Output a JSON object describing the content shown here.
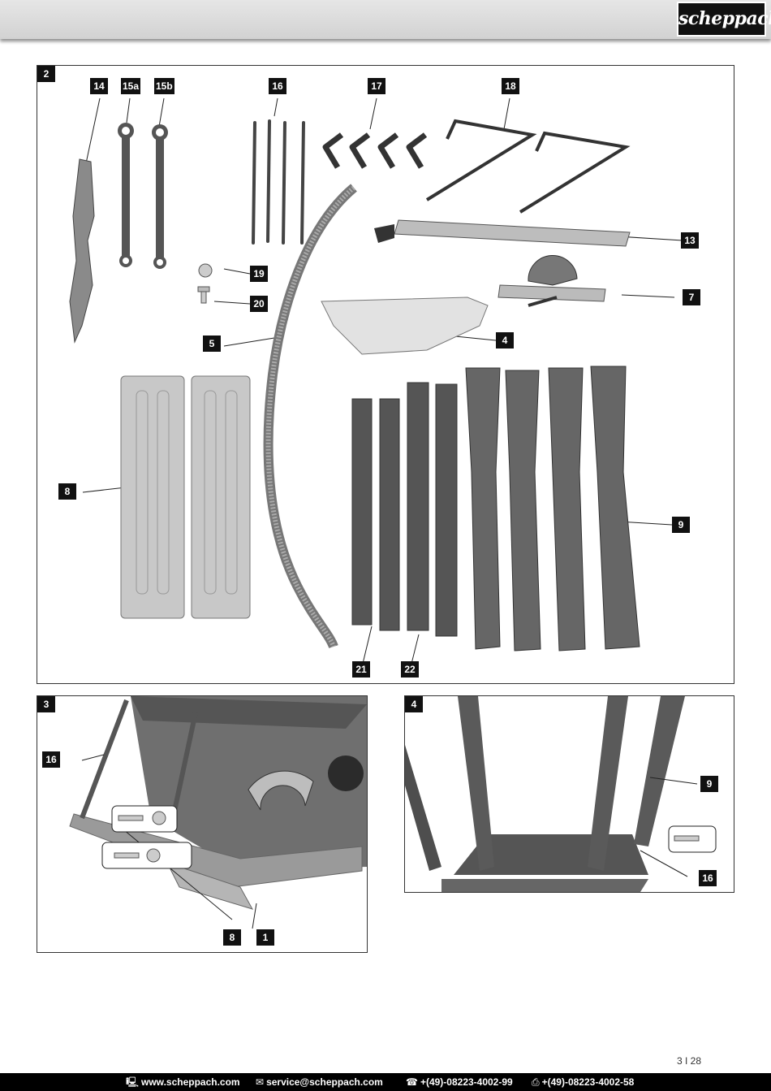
{
  "brand": "scheppach",
  "figures": {
    "fig2": {
      "number": "2",
      "labels": {
        "l14": "14",
        "l15a": "15a",
        "l15b": "15b",
        "l16": "16",
        "l17": "17",
        "l18": "18",
        "l13": "13",
        "l7": "7",
        "l19": "19",
        "l20": "20",
        "l5": "5",
        "l4": "4",
        "l8": "8",
        "l9": "9",
        "l21": "21",
        "l22": "22"
      }
    },
    "fig3": {
      "number": "3",
      "labels": {
        "l16": "16",
        "l8": "8",
        "l1": "1"
      }
    },
    "fig4": {
      "number": "4",
      "labels": {
        "l9": "9",
        "l16": "16"
      }
    }
  },
  "page_number": "3 I 28",
  "footer": {
    "website": "www.scheppach.com",
    "email": "service@scheppach.com",
    "phone": "+(49)-08223-4002-99",
    "fax": "+(49)-08223-4002-58",
    "icons": [
      "computer-icon",
      "mail-icon",
      "phone-icon",
      "fax-icon"
    ]
  }
}
